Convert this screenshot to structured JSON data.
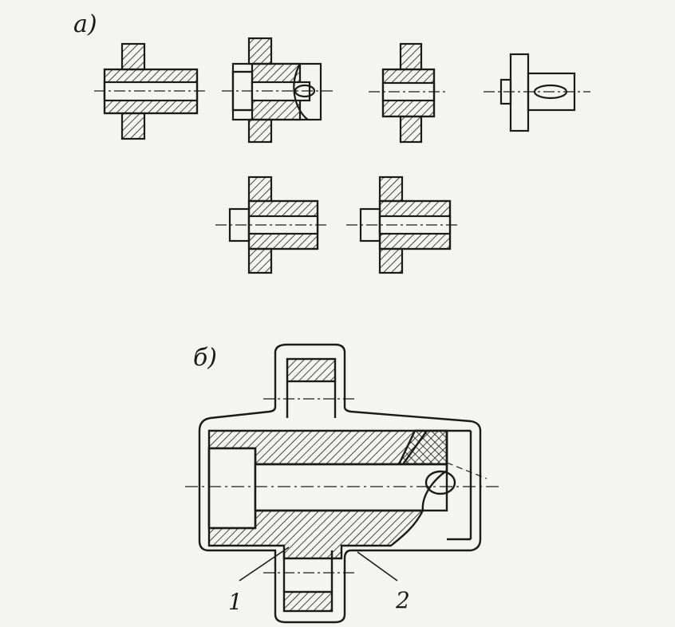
{
  "figure": {
    "part_a_label": "а)",
    "part_b_label": "б)",
    "callouts": [
      "1",
      "2"
    ]
  },
  "colors": {
    "paper": "#f4f4f2",
    "ink": "#1a1a1a"
  }
}
